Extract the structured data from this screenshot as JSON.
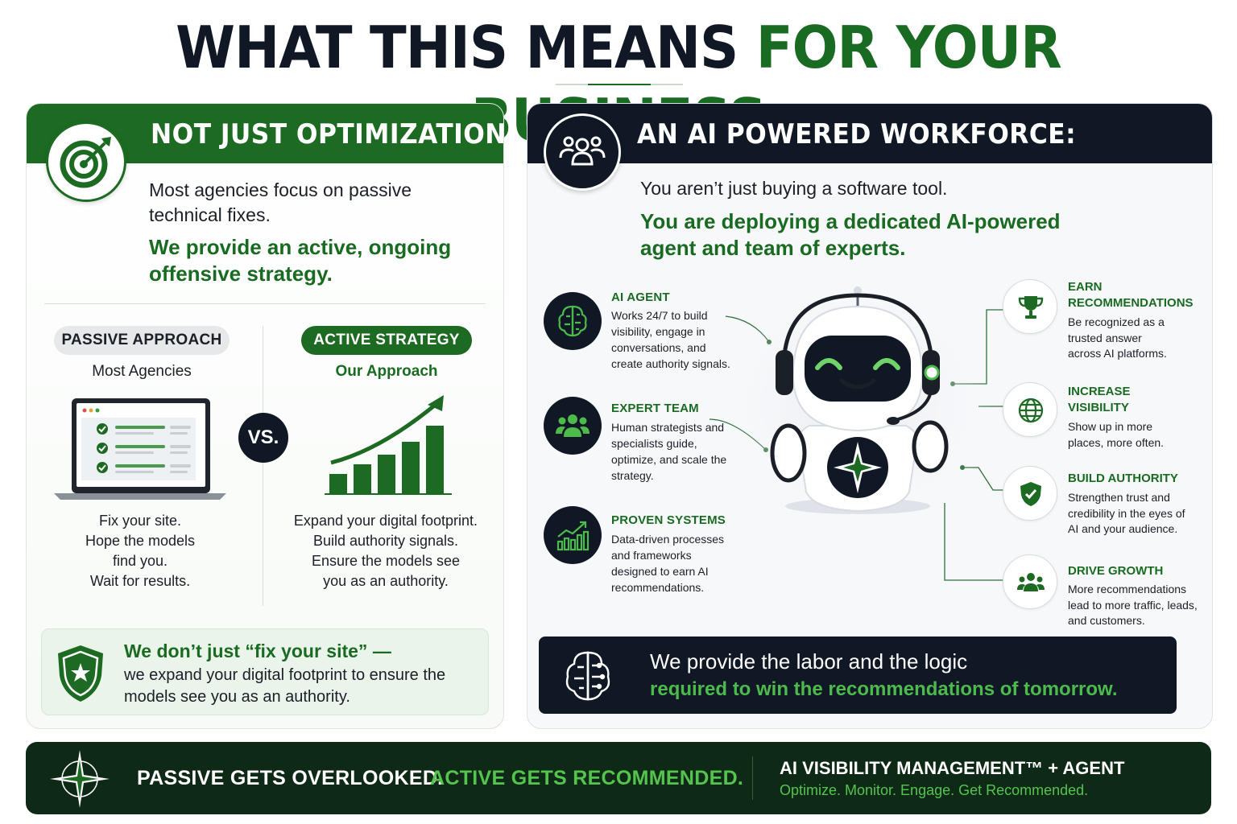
{
  "title": {
    "part1": "WHAT THIS MEANS",
    "part2": "FOR YOUR BUSINESS"
  },
  "left": {
    "heading": "NOT JUST OPTIMIZATION:",
    "lead": "Most agencies focus on passive technical fixes.",
    "green": "We provide an active, ongoing offensive strategy.",
    "passive": {
      "pill": "PASSIVE APPROACH",
      "sub": "Most Agencies",
      "lines": [
        "Fix your site.",
        "Hope the models",
        "find you.",
        "Wait for results."
      ]
    },
    "vs": "VS.",
    "active": {
      "pill": "ACTIVE STRATEGY",
      "sub": "Our Approach",
      "lines": [
        "Expand your digital footprint.",
        "Build authority signals.",
        "Ensure the models see",
        "you as an authority."
      ]
    },
    "note": {
      "line1": "We don’t just “fix your site” —",
      "line2": "we expand your digital footprint to ensure the models see you as an authority."
    }
  },
  "right": {
    "heading": "AN AI POWERED WORKFORCE:",
    "lead": "You aren’t just buying a software tool.",
    "green": "You are deploying a dedicated AI-powered agent and team of experts.",
    "features": [
      {
        "title": "AI AGENT",
        "desc": "Works 24/7 to build visibility, engage in conversations, and create authority signals.",
        "icon": "brain-icon"
      },
      {
        "title": "EXPERT TEAM",
        "desc": "Human strategists and specialists guide, optimize, and scale the strategy.",
        "icon": "team-icon"
      },
      {
        "title": "PROVEN SYSTEMS",
        "desc": "Data-driven processes and frameworks designed to earn AI recommendations.",
        "icon": "growth-chart-icon"
      }
    ],
    "benefits": [
      {
        "title": "EARN RECOMMENDATIONS",
        "desc": "Be recognized as a trusted answer across AI platforms.",
        "icon": "trophy-icon"
      },
      {
        "title": "INCREASE VISIBILITY",
        "desc": "Show up in more places, more often.",
        "icon": "globe-icon"
      },
      {
        "title": "BUILD AUTHORITY",
        "desc": "Strengthen trust and credibility in the eyes of AI and your audience.",
        "icon": "shield-check-icon"
      },
      {
        "title": "DRIVE GROWTH",
        "desc": "More recommendations lead to more traffic, leads, and customers.",
        "icon": "people-icon"
      }
    ],
    "dark_box": {
      "line1": "We provide the labor and the logic",
      "line2": "required to win the recommendations of tomorrow."
    }
  },
  "footer": {
    "passive": "PASSIVE GETS OVERLOOKED.",
    "active": "ACTIVE GETS RECOMMENDED.",
    "brand": "AI VISIBILITY MANAGEMENT™ + AGENT",
    "tagline": "Optimize. Monitor. Engage.  Get Recommended."
  },
  "colors": {
    "green": "#1a6b22",
    "bright_green": "#54c44f",
    "navy": "#101826",
    "footer_bg": "#0e2a16"
  }
}
